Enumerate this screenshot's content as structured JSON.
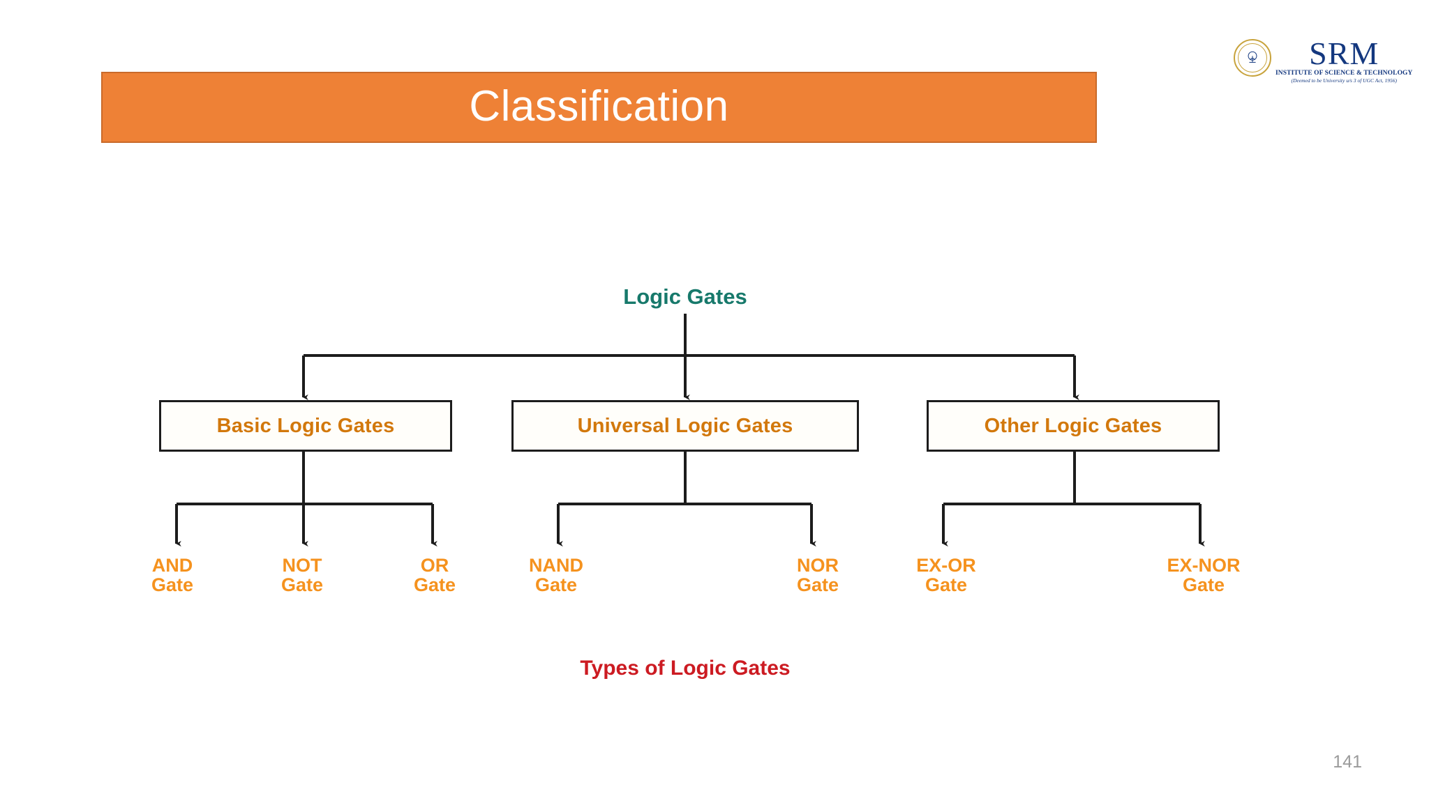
{
  "slide": {
    "title": "Classification",
    "page_number": "141",
    "accent_color": "#EE8136",
    "accent_border_color": "#C96A2A",
    "title_text_color": "#FFFFFF"
  },
  "logo": {
    "wordmark": "SRM",
    "institute_line": "INSTITUTE OF SCIENCE & TECHNOLOGY",
    "deemed_line": "(Deemed to be University u/s 3 of UGC Act, 1956)",
    "color": "#14387F",
    "seal_color": "#C8A33C"
  },
  "diagram": {
    "root": {
      "label": "Logic Gates",
      "color": "#17796B"
    },
    "categories": [
      {
        "label": "Basic Logic Gates",
        "color": "#D2780C",
        "children": [
          {
            "line1": "AND",
            "line2": "Gate"
          },
          {
            "line1": "NOT",
            "line2": "Gate"
          },
          {
            "line1": "OR",
            "line2": "Gate"
          }
        ]
      },
      {
        "label": "Universal Logic Gates",
        "color": "#D2780C",
        "children": [
          {
            "line1": "NAND",
            "line2": "Gate"
          },
          {
            "line1": "NOR",
            "line2": "Gate"
          }
        ]
      },
      {
        "label": "Other Logic Gates",
        "color": "#D2780C",
        "children": [
          {
            "line1": "EX-OR",
            "line2": "Gate"
          },
          {
            "line1": "EX-NOR",
            "line2": "Gate"
          }
        ]
      }
    ],
    "caption": {
      "text": "Types of Logic Gates",
      "color": "#CC1B22"
    },
    "connector_color": "#1C1C1C"
  }
}
